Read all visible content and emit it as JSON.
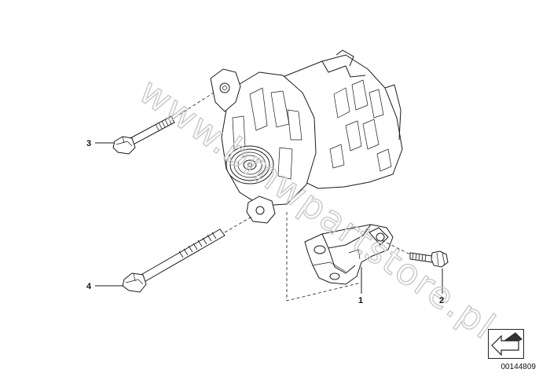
{
  "watermark": "www.bmwpartstore.pl",
  "callouts": [
    {
      "id": "1",
      "label": "1"
    },
    {
      "id": "2",
      "label": "2"
    },
    {
      "id": "3",
      "label": "3"
    },
    {
      "id": "4",
      "label": "4"
    }
  ],
  "drawing_number": "00144809",
  "icons": {
    "nav": "arrow-down-left-icon"
  }
}
